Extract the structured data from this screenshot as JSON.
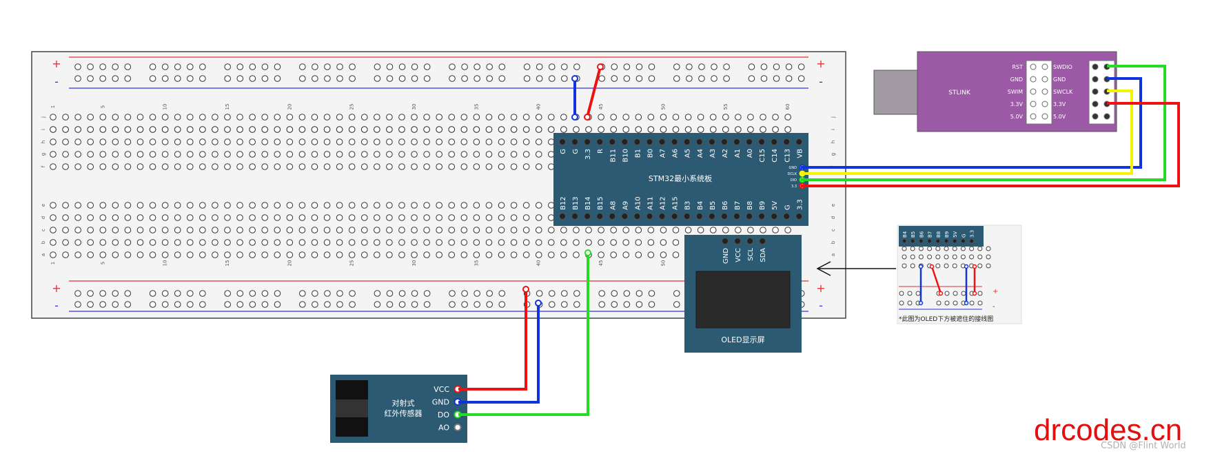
{
  "mcu": {
    "title": "STM32最小系统板",
    "top_pins": [
      "G",
      "G",
      "3.3",
      "R",
      "B11",
      "B10",
      "B1",
      "B0",
      "A7",
      "A6",
      "A5",
      "A4",
      "A3",
      "A2",
      "A1",
      "A0",
      "C15",
      "C14",
      "C13",
      "VB"
    ],
    "bottom_pins": [
      "B12",
      "B13",
      "B14",
      "B15",
      "A8",
      "A9",
      "A10",
      "A11",
      "A12",
      "A15",
      "B3",
      "B4",
      "B5",
      "B6",
      "B7",
      "B8",
      "B9",
      "5V",
      "G",
      "3.3"
    ],
    "debug_pins": [
      "GND",
      "DCLK",
      "DIO",
      "3.3"
    ]
  },
  "stlink": {
    "title": "STLINK",
    "left_labels": [
      "RST",
      "GND",
      "SWIM",
      "3.3V",
      "5.0V"
    ],
    "right_labels": [
      "SWDIO",
      "GND",
      "SWCLK",
      "3.3V",
      "5.0V"
    ]
  },
  "oled": {
    "title": "OLED显示屏",
    "pins": [
      "GND",
      "VCC",
      "SCL",
      "SDA"
    ]
  },
  "sensor": {
    "title_line1": "对射式",
    "title_line2": "红外传感器",
    "pins": [
      "VCC",
      "GND",
      "DO",
      "AO"
    ]
  },
  "breadboard": {
    "plus": "+",
    "minus": "-",
    "column_numbers": [
      "1",
      "5",
      "10",
      "15",
      "20",
      "25",
      "30",
      "35",
      "40",
      "45",
      "50",
      "55",
      "60"
    ],
    "row_letters_top": [
      "j",
      "i",
      "h",
      "g",
      "f"
    ],
    "row_letters_bottom": [
      "e",
      "d",
      "c",
      "b",
      "a"
    ]
  },
  "inset": {
    "pins": [
      "B4",
      "B5",
      "B6",
      "B7",
      "B8",
      "B9",
      "5V",
      "G",
      "3.3"
    ],
    "caption": "*此图为OLED下方被遮住的接线图",
    "plus": "+",
    "minus": "-"
  },
  "watermark": {
    "brand": "drcodes.cn",
    "source": "CSDN @Flint World"
  },
  "colors": {
    "wire_red": "#ee1111",
    "wire_blue": "#1133dd",
    "wire_green": "#22dd22",
    "wire_yellow": "#f4f400",
    "module_teal": "#2c5a72",
    "stlink_purple": "#9b59a6",
    "breadboard_bg": "#f4f4f4"
  }
}
